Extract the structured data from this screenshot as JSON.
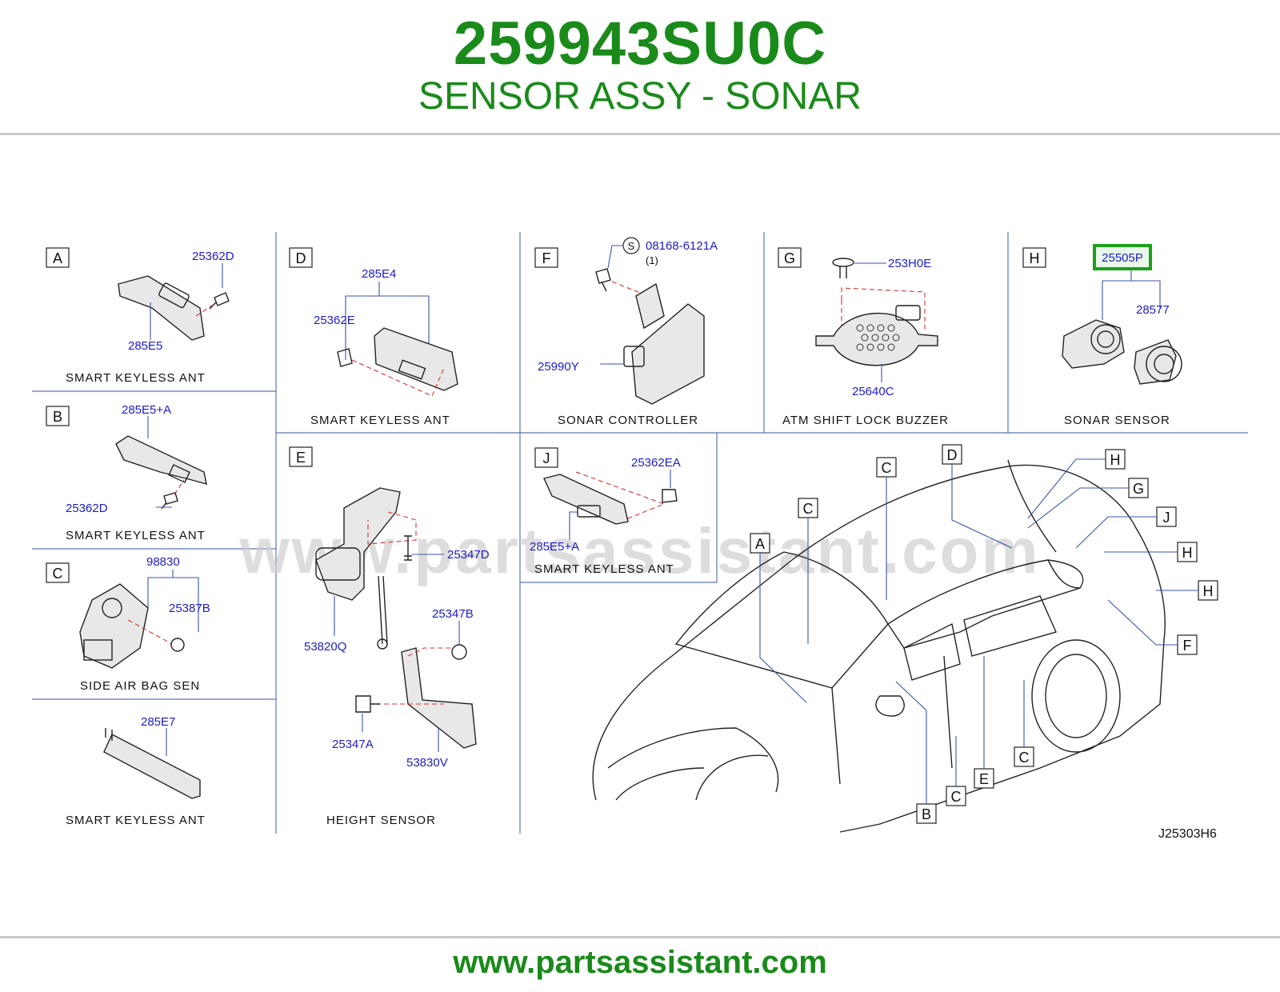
{
  "header": {
    "part_number": "259943SU0C",
    "part_name": "SENSOR ASSY - SONAR"
  },
  "diagram": {
    "watermark": "www.partsassistant.com",
    "code": "J25303H6",
    "highlight_color": "#1aa11a",
    "panels": {
      "A": {
        "letter": "A",
        "caption": "SMART   KEYLESS   ANT",
        "parts": [
          "25362D",
          "285E5"
        ]
      },
      "B": {
        "letter": "B",
        "caption": "SMART   KEYLESS   ANT",
        "parts": [
          "285E5+A",
          "25362D"
        ]
      },
      "C": {
        "letter": "C",
        "caption": "SIDE   AIR   BAG   SEN",
        "parts": [
          "98830",
          "25387B"
        ]
      },
      "K": {
        "caption": "SMART   KEYLESS   ANT",
        "parts": [
          "285E7"
        ]
      },
      "D": {
        "letter": "D",
        "caption": "SMART   KEYLESS   ANT",
        "parts": [
          "285E4",
          "25362E"
        ]
      },
      "E": {
        "letter": "E",
        "caption": "HEIGHT   SENSOR",
        "parts": [
          "25347D",
          "53820Q",
          "25347B",
          "25347A",
          "53830V"
        ]
      },
      "F": {
        "letter": "F",
        "caption": "SONAR   CONTROLLER",
        "screw_symbol": "S",
        "parts": [
          "08168-6121A",
          "(1)",
          "25990Y"
        ]
      },
      "G": {
        "letter": "G",
        "caption": "ATM   SHIFT   LOCK   BUZZER",
        "parts": [
          "253H0E",
          "25640C"
        ]
      },
      "H": {
        "letter": "H",
        "caption": "SONAR   SENSOR",
        "parts": [
          "25505P",
          "28577"
        ]
      },
      "J": {
        "letter": "J",
        "caption": "SMART   KEYLESS   ANT",
        "parts": [
          "25362EA",
          "285E5+A"
        ]
      }
    },
    "car_callouts": [
      "D",
      "C",
      "H",
      "G",
      "J",
      "H",
      "H",
      "C",
      "A",
      "F",
      "C",
      "E",
      "C",
      "B"
    ]
  },
  "footer": {
    "url": "www.partsassistant.com"
  }
}
